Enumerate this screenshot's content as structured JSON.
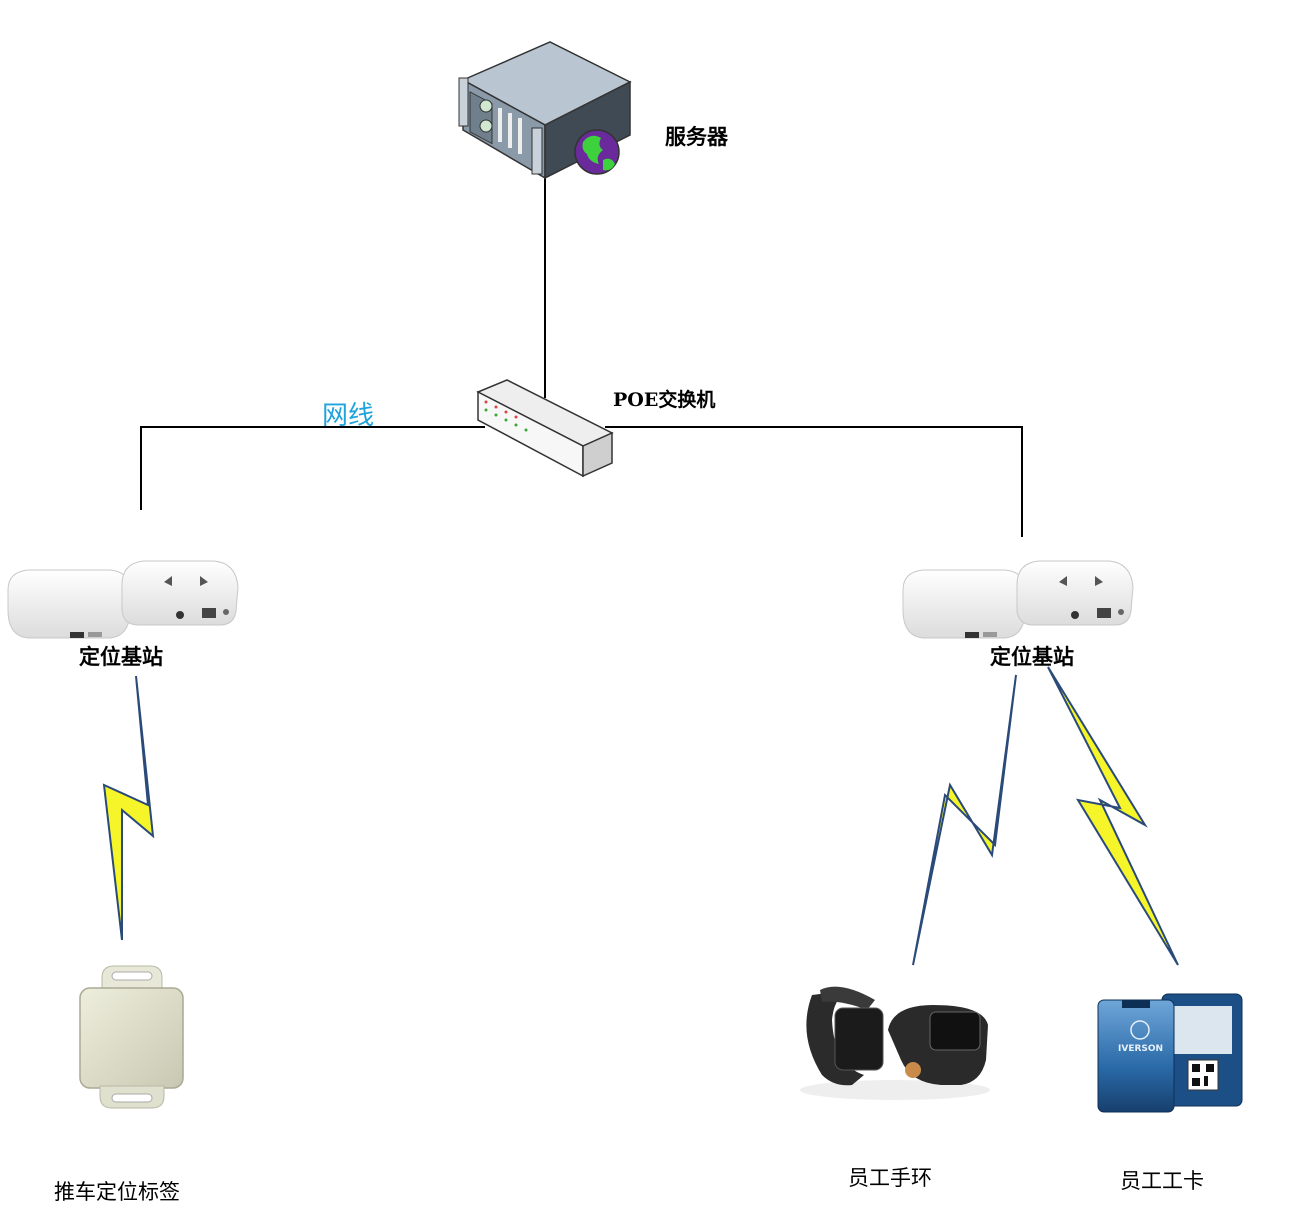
{
  "labels": {
    "server": "服务器",
    "switch": "POE交换机",
    "cable": "网线",
    "base_left": "定位基站",
    "base_right": "定位基站",
    "tag_cart": "推车定位标签",
    "wristband": "员工手环",
    "badge": "员工工卡"
  },
  "badge_text": {
    "brand": "IVERSON"
  },
  "icons": {
    "server": "server-rack-icon",
    "switch": "poe-switch-icon",
    "base_station": "wireless-access-point-icon",
    "wireless": "lightning-bolt-icon",
    "cart_tag": "asset-tag-icon",
    "wristband": "smart-wristband-icon",
    "badge": "id-badge-icon"
  },
  "colors": {
    "line": "#000000",
    "bolt_fill": "#f5f52a",
    "bolt_stroke": "#2a4a7a",
    "cable_label": "#1fa3dc",
    "badge_blue": "#1c4f86"
  }
}
